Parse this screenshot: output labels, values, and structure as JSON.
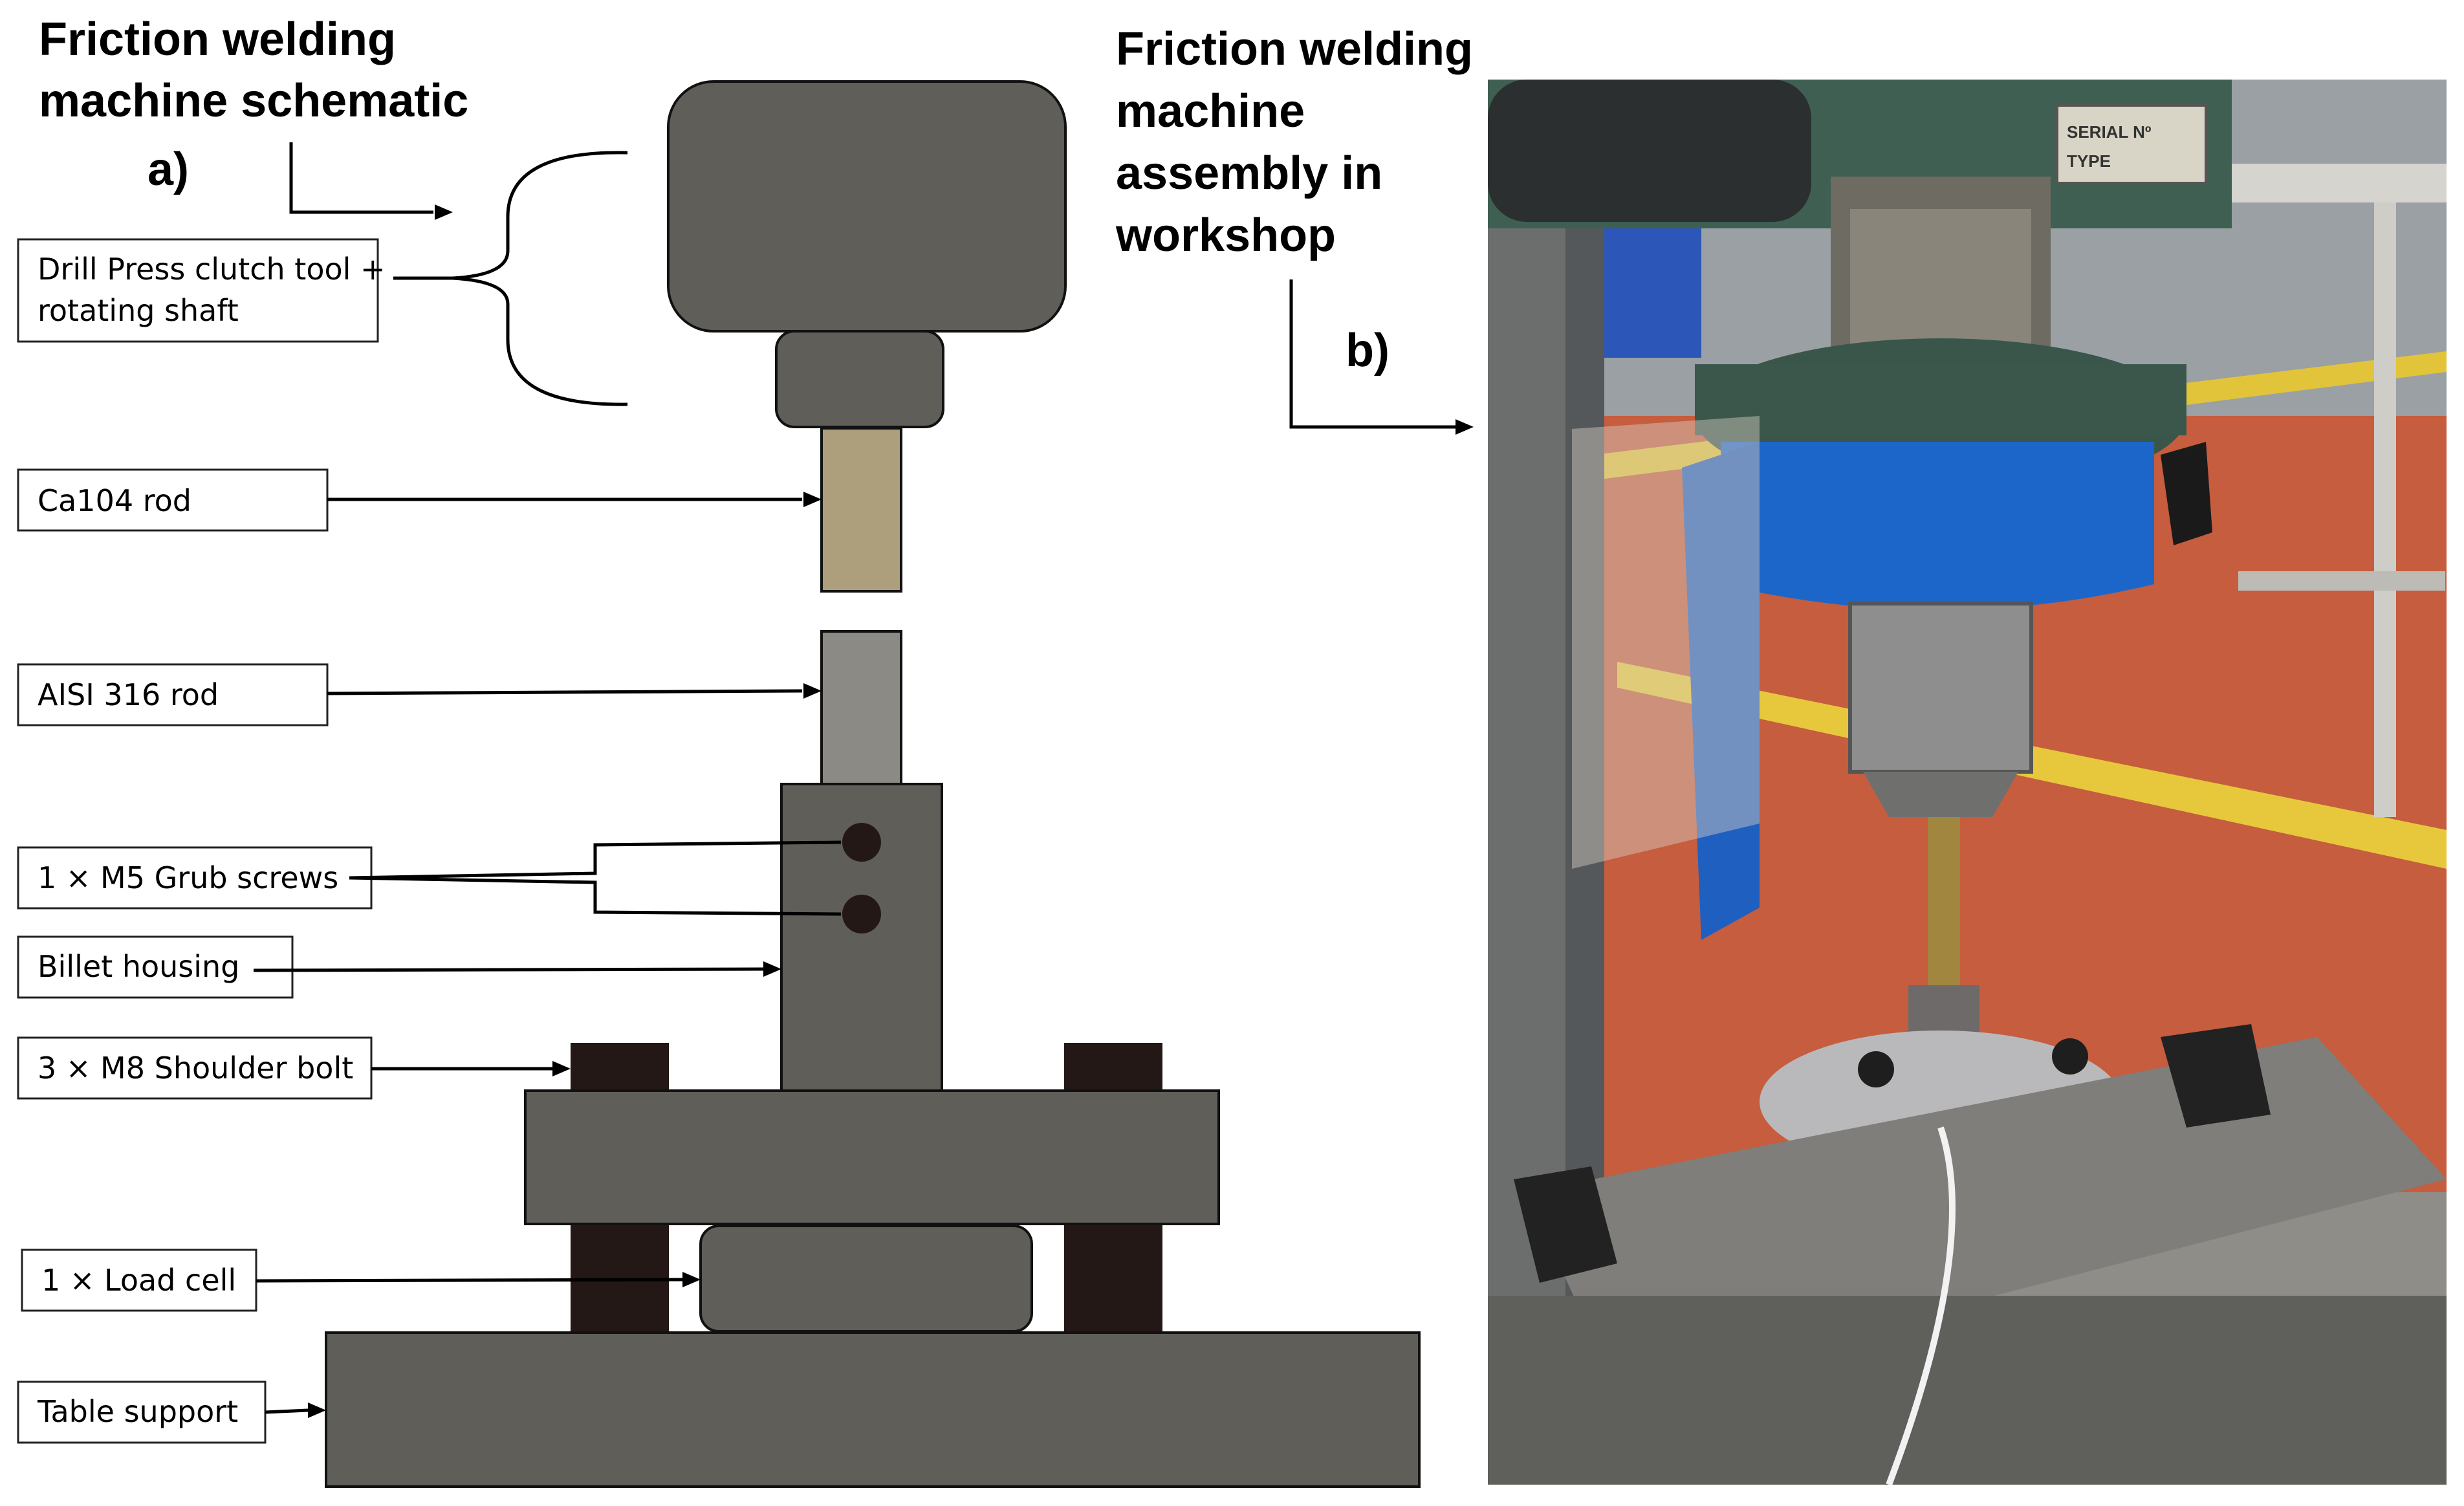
{
  "panel_a": {
    "title_line1": "Friction welding",
    "title_line2": "machine schematic",
    "tag": "a)",
    "labels": {
      "clutch_line1": "Drill Press clutch tool +",
      "clutch_line2": "rotating shaft",
      "ca104": "Ca104 rod",
      "aisi": "AISI 316 rod",
      "grub": "1 × M5 Grub screws",
      "billet": "Billet housing",
      "shoulder": "3 ×  M8 Shoulder bolt",
      "loadcell": "1 × Load cell",
      "table": "Table support"
    }
  },
  "panel_b": {
    "title_line1": "Friction welding",
    "title_line2": "machine",
    "title_line3": "assembly in",
    "title_line4": "workshop",
    "tag": "b)",
    "photo_text": {
      "serial": "SERIAL Nº",
      "type": "TYPE"
    }
  },
  "colors": {
    "machine_gray": "#5f5e59",
    "ca104_rod": "#ad9e7c",
    "aisi_rod": "#8c8a84",
    "bolt_dark": "#231815",
    "blue_guard": "#1d66c9",
    "floor_orange": "#c55d3e"
  }
}
